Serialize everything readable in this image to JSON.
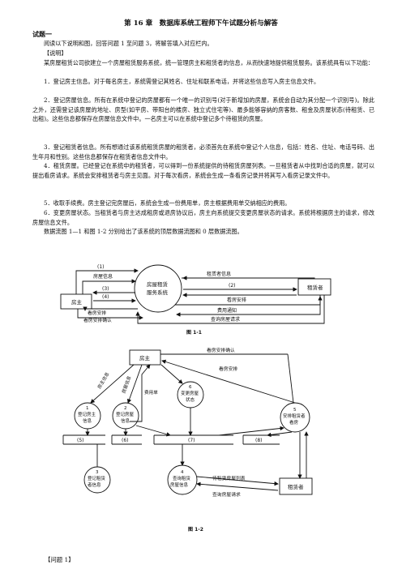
{
  "title": "第 16 章　数据库系统工程师下午试题分析与解答",
  "heading": "试题一",
  "intro": "阅读以下说明和图，回答问题 1 至问题 3，将解答填入对应栏内。",
  "explain_label": "【说明】",
  "p0": "某房屋租赁公司欲建立一个房屋租赁服务系统，统一管理房主和租赁者的信息，从而快速地提供租赁服务。该系统具有以下功能：",
  "p1": "1．登记房主信息。对于每名房主，系统需登记其姓名、住址和联系电话，并将这些信息写入房主信息文件。",
  "p2": "2．登记房屋信息。所有在系统中登记的房屋都有一个唯一的识别号(对于新增加的房屋，系统会自动为其分配一个识别号)。除此之外，还需登记该房屋的地址、房型(如平房、带阳台的楼房、独立式住宅等)、最多能够容纳的房客数、租金及房屋状态(待租赁、已出租)。这些信息都保存在房屋信息文件中。一名房主可以在系统中登记多个待租赁的房屋。",
  "p3": "3．登记租赁者信息。所有想通过该系统租赁房屋的租赁者，必须首先在系统中登记个人信息，包括：姓名、住址、电话号码、出生年月和性别。这些信息都保存在租赁者信息文件中。",
  "p4": "4．租赁房屋。已经登记在系统中的租赁者，可以得到一份系统提供的待租赁房屋列表。一旦租赁者从中找到合适的房屋，就可以提出看房请求。系统会安排租赁者与房主见面。对于每次看房，系统会生成一条看房记录并将其写入看房记录文件中。",
  "p5": "5．收取手续费。房主登记完房屋后，系统会生成一份费用单，房主根据费用单交纳相应的费用。",
  "p6": "6．变更房屋状态。当租赁者与房主达成租房或退房协议后，房主向系统提交变更房屋状态的请求。系统将根据房主的请求，修改房屋信息文件。",
  "p7": "数据流图 1—1 和图 1-2 分别给出了该系统的顶层数据流图和 0 层数据流图。",
  "question": "【问题 1】",
  "fig1": {
    "caption": "图 1-1",
    "owner": "房主",
    "renter": "租赁者",
    "system_l1": "房屋租赁",
    "system_l2": "服务系统",
    "n1": "(1)",
    "n2": "(2)",
    "n3": "(3)",
    "n4": "(4)",
    "house_info": "房屋信息",
    "renter_info": "租赁者信息",
    "view_arrange_r": "看房安排",
    "view_arrange_l": "看房安排",
    "fee_notice": "费用通知",
    "confirm": "看房安排确认",
    "query": "查询房屋请求"
  },
  "fig2": {
    "caption": "图 1-2",
    "owner": "房主",
    "renter": "租赁者",
    "confirm": "看房安排确认",
    "arrange": "看房安排",
    "owner_info": "房主信息",
    "reg_info": "房屋信息",
    "fee_bill": "费用单",
    "p1_num": "1",
    "p1_l1": "登记房主",
    "p1_l2": "信息",
    "p2_num": "2",
    "p2_l1": "登记房屋",
    "p2_l2": "信息",
    "p6_num": "6",
    "p6_l1": "变更房屋",
    "p6_l2": "状态",
    "p5_num": "5",
    "p5_l1": "安排租赁者",
    "p5_l2": "看房",
    "p3_num": "3",
    "p3_l1": "登记租赁",
    "p3_l2": "者信息",
    "p4_num": "4",
    "p4_l1": "查询租赁",
    "p4_l2": "房屋信息",
    "s5": "(5)",
    "s6": "(6)",
    "s7": "(7)",
    "s8": "(8)",
    "list": "待租赁房屋列表",
    "query": "查询房屋请求"
  }
}
